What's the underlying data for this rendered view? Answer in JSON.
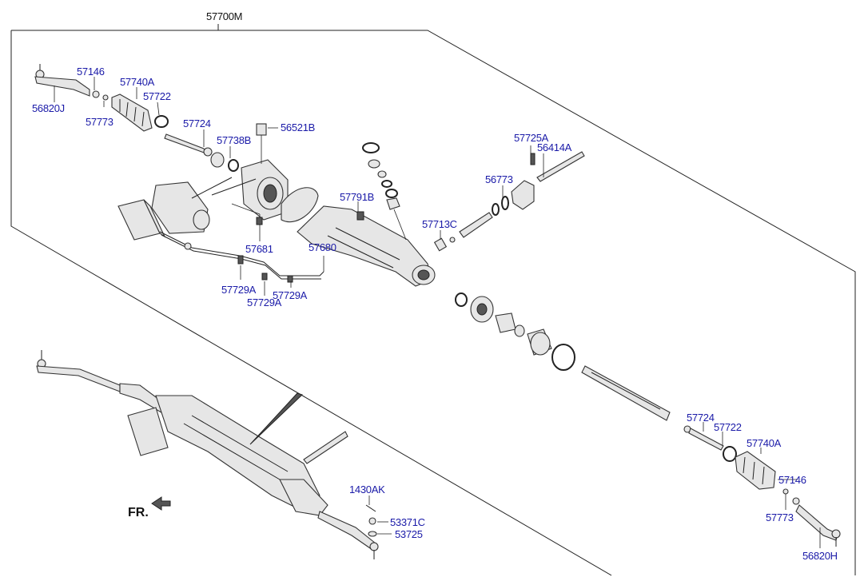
{
  "diagram": {
    "assembly_label": "57700M",
    "direction_label": "FR.",
    "labels": {
      "p57146_top": "57146",
      "p56820J": "56820J",
      "p57773_top": "57773",
      "p57740A_top": "57740A",
      "p57722_top": "57722",
      "p57724_top": "57724",
      "p57738B": "57738B",
      "p56521B": "56521B",
      "p57791B": "57791B",
      "p57725A": "57725A",
      "p56414A": "56414A",
      "p56773": "56773",
      "p57713C": "57713C",
      "p57681": "57681",
      "p57680": "57680",
      "p57729A_1": "57729A",
      "p57729A_2": "57729A",
      "p57729A_3": "57729A",
      "p57724_bot": "57724",
      "p57722_bot": "57722",
      "p57740A_bot": "57740A",
      "p57146_bot": "57146",
      "p57773_bot": "57773",
      "p56820H": "56820H",
      "p1430AK": "1430AK",
      "p53371C": "53371C",
      "p53725": "53725"
    }
  }
}
